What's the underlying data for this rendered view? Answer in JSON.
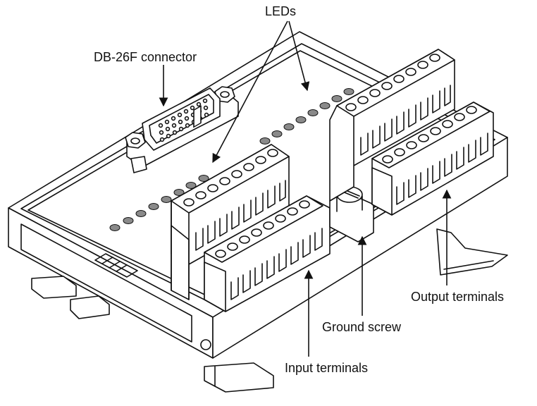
{
  "labels": {
    "leds": "LEDs",
    "connector": "DB-26F connector",
    "output_terminals": "Output terminals",
    "ground_screw": "Ground screw",
    "input_terminals": "Input terminals"
  }
}
